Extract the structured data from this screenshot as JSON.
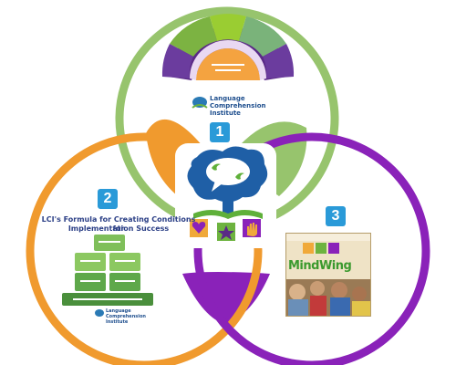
{
  "colors": {
    "circle_1": "#97c46d",
    "circle_2": "#f09a2e",
    "circle_3": "#8a22b9",
    "badge": "#2a9ad8",
    "logo_text": "#1f4f8e"
  },
  "badges": {
    "one": "1",
    "two": "2",
    "three": "3"
  },
  "top_panel": {
    "logo_name": "Language Comprehension Institute"
  },
  "left_panel": {
    "title_line1": "LCI's Formula for Creating Conditions for",
    "title_line2": "Implementation Success",
    "logo_name": "Language Comprehension Institute"
  },
  "right_panel": {
    "book_title": "MindWing"
  },
  "center_logo": {
    "icons": [
      "speech-bubble-tree-icon",
      "heart-icon",
      "star-icon",
      "hand-icon"
    ]
  }
}
